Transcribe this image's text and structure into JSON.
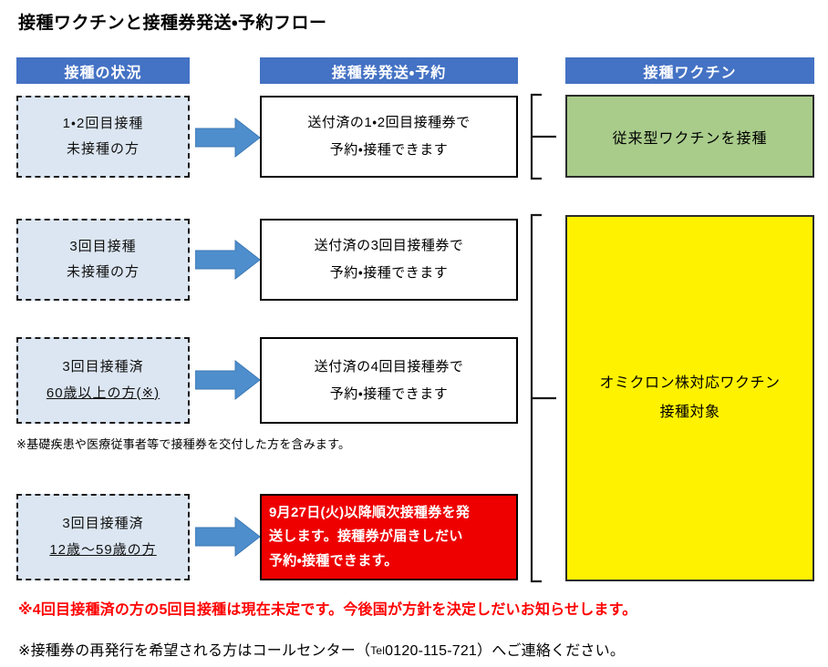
{
  "title": "接種ワクチンと接種券発送・予約フロー",
  "columns": {
    "status_header": "接種の状況",
    "ticket_header": "接種券発送・予約",
    "vaccine_header": "接種ワクチン"
  },
  "rows": [
    {
      "status_line1": "1・2回目接種",
      "status_line2": "未接種の方",
      "status_line2_underline": false,
      "arrow": "right-arrow",
      "ticket_line1": "送付済の1・2回目接種券で",
      "ticket_line2": "予約・接種できます"
    },
    {
      "status_line1": "3回目接種",
      "status_line2": "未接種の方",
      "status_line2_underline": false,
      "arrow": "right-arrow",
      "ticket_line1": "送付済の3回目接種券で",
      "ticket_line2": "予約・接種できます"
    },
    {
      "status_line1": "3回目接種済",
      "status_line2": "60歳以上の方(※)",
      "status_line2_underline": true,
      "arrow": "right-arrow",
      "ticket_line1": "送付済の4回目接種券で",
      "ticket_line2": "予約・接種できます"
    },
    {
      "status_line1": "3回目接種済",
      "status_line2": "12歳〜59歳の方",
      "status_line2_underline": true,
      "arrow": "right-arrow",
      "ticket_line1": "9月27日(火)以降順次接種券を発",
      "ticket_line2": "送します。接種券が届きしだい",
      "ticket_line3": "予約・接種できます。"
    }
  ],
  "vaccines": {
    "conventional": "従来型ワクチンを接種",
    "omicron_line1": "オミクロン株対応ワクチン",
    "omicron_line2": "接種対象"
  },
  "footnotes": {
    "criteria_note": "※基礎疾患や医療従事者等で接種券を交付した方を含みます。",
    "red_note": "※4回目接種済の方の5回目接種は現在未定です。今後国が方針を決定しだいお知らせします。",
    "contact_note_prefix": "※接種券の再発行を希望される方はコールセンター（",
    "contact_tel_label": "Tel",
    "contact_tel_number": "0120-115-721",
    "contact_note_suffix": "）へご連絡ください。"
  },
  "colors": {
    "header_blue": "#4472C4",
    "status_fill": "#DCE6F2",
    "arrow_blue": "#4E8ECC",
    "conventional_green": "#A9CC8B",
    "omicron_yellow": "#FFF200",
    "alert_red": "#EE0000",
    "red_text": "#FF0000"
  }
}
